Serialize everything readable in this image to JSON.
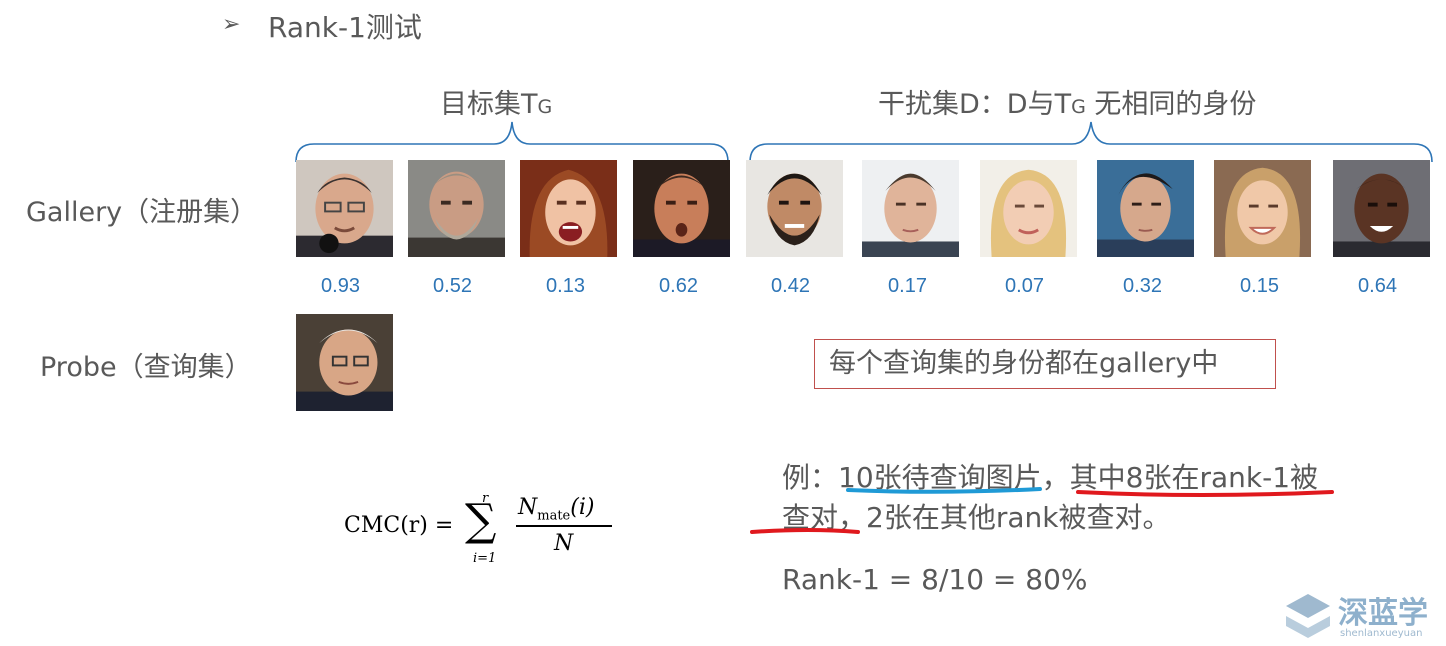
{
  "heading": {
    "bullet": "➢",
    "title": "Rank-1测试"
  },
  "groups": {
    "target": {
      "label": "目标集T",
      "sub": "G"
    },
    "distractor": {
      "label_a": "干扰集D：D与T",
      "sub": "G",
      "label_b": " 无相同的身份"
    }
  },
  "rows": {
    "gallery_label": "Gallery（注册集）",
    "probe_label": "Probe（查询集）"
  },
  "scores": [
    "0.93",
    "0.52",
    "0.13",
    "0.62",
    "0.42",
    "0.17",
    "0.07",
    "0.32",
    "0.15",
    "0.64"
  ],
  "note": "每个查询集的身份都在gallery中",
  "example": {
    "line1_prefix": "例：",
    "line1_blue": "10张待查询图片",
    "line1_comma": "，",
    "line1_red": "其中8张在rank-1被",
    "line2_red": "查对",
    "line2_rest": "，2张在其他rank被查对。",
    "result": "Rank-1 = 8/10 = 80%"
  },
  "formula": {
    "lhs": "CMC(r) =",
    "sum_upper": "r",
    "sum_lower": "i=1",
    "numerator": "N",
    "numerator_sub": "mate",
    "numerator_arg": "(i)",
    "denominator": "N"
  },
  "logo": {
    "name": "深蓝学",
    "pinyin": "shenlanxueyuan"
  },
  "colors": {
    "score": "#2e75b6",
    "brace": "#2e75b6",
    "box_border": "#c0504d",
    "underline_blue": "#1f9ad6",
    "underline_red": "#e0191e"
  }
}
